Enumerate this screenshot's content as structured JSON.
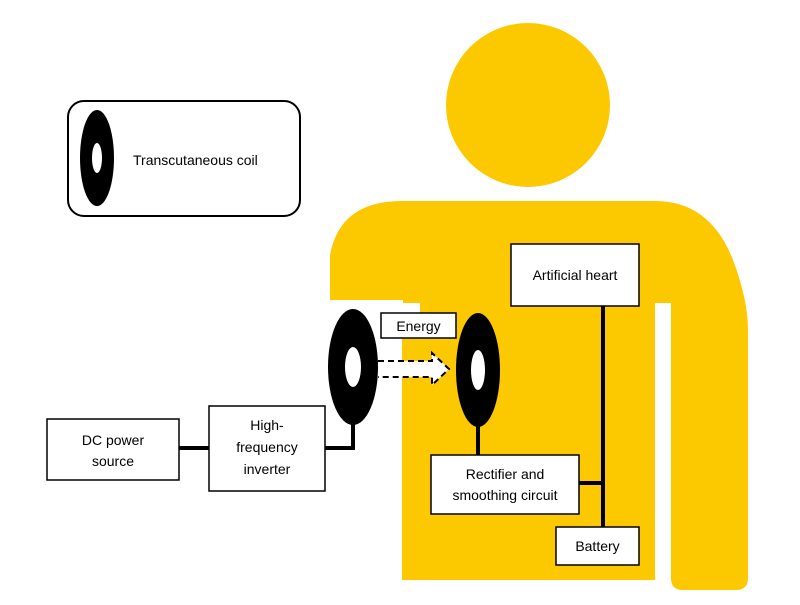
{
  "legend": {
    "coil_label": "Transcutaneous coil"
  },
  "labels": {
    "energy": "Energy",
    "dc_power_line1": "DC power",
    "dc_power_line2": "source",
    "inverter_line1": "High-",
    "inverter_line2": "frequency",
    "inverter_line3": "inverter",
    "artificial_heart": "Artificial heart",
    "rectifier_line1": "Rectifier and",
    "rectifier_line2": "smoothing circuit",
    "battery": "Battery"
  },
  "colors": {
    "body": "#fcc800",
    "coil": "#000000",
    "background": "#ffffff"
  }
}
